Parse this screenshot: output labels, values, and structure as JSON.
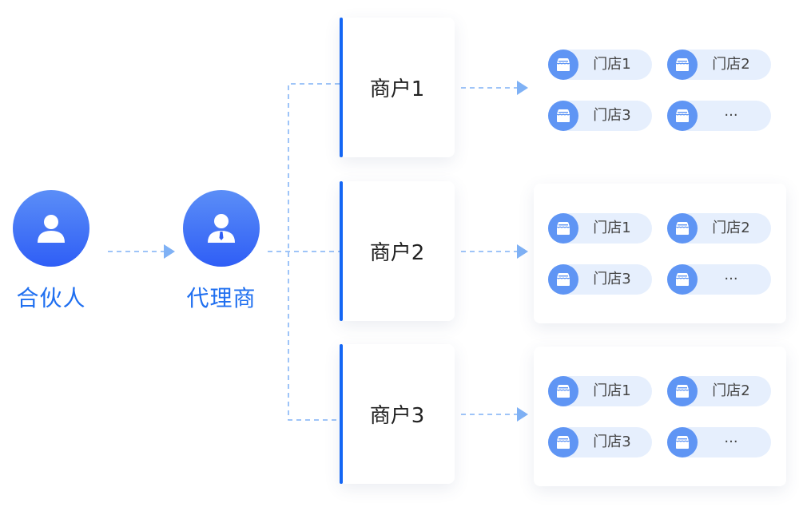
{
  "colors": {
    "accent": "#1466f4",
    "avatar_gradient_top": "#5b8ef7",
    "avatar_gradient_bottom": "#2f5ef6",
    "connector": "#7fb1f5",
    "store_bg": "#e6effd",
    "store_icon_bg": "#5f95f4",
    "label_blue": "#1f6ff0"
  },
  "partner": {
    "label": "合伙人",
    "icon": "person-icon"
  },
  "agent": {
    "label": "代理商",
    "icon": "businessman-icon"
  },
  "merchants": [
    {
      "name": "商户1",
      "stores": [
        "门店1",
        "门店2",
        "门店3",
        "···"
      ]
    },
    {
      "name": "商户2",
      "stores": [
        "门店1",
        "门店2",
        "门店3",
        "···"
      ]
    },
    {
      "name": "商户3",
      "stores": [
        "门店1",
        "门店2",
        "门店3",
        "···"
      ]
    }
  ],
  "store_icon": "storefront-icon"
}
